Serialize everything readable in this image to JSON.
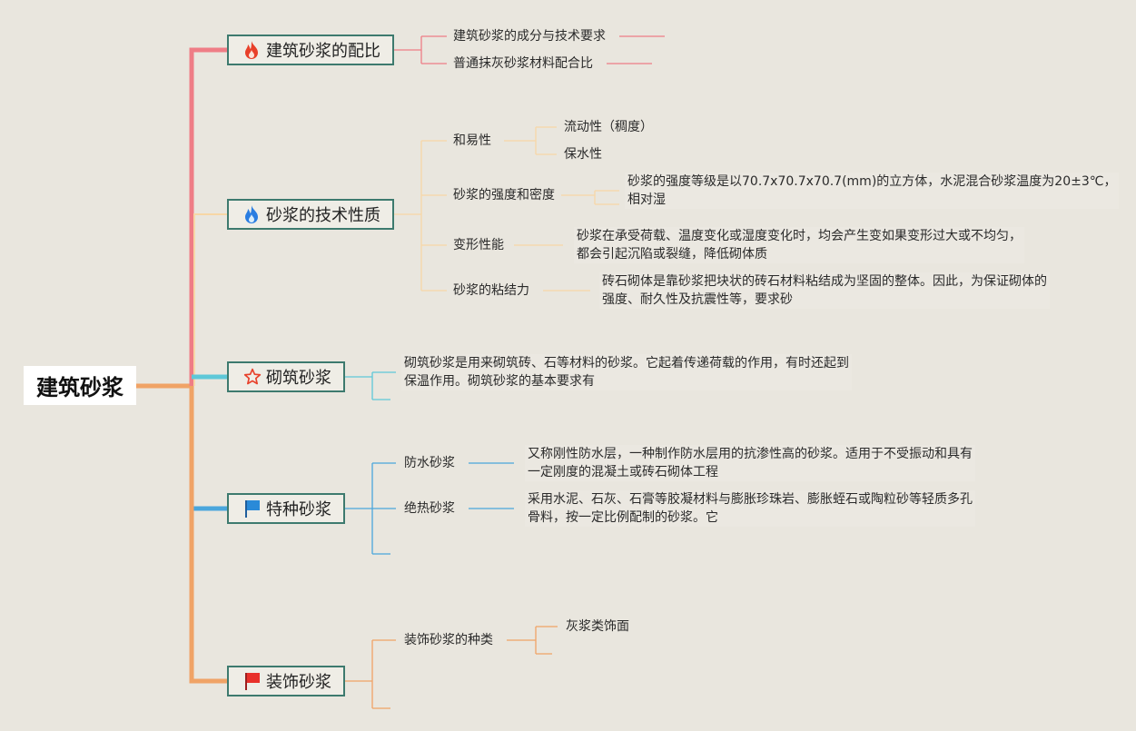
{
  "root": {
    "label": "建筑砂浆"
  },
  "branches": [
    {
      "label": "建筑砂浆的配比",
      "icon": "fire-icon-red",
      "color": "#ef7d86",
      "items": [
        "建筑砂浆的成分与技术要求",
        "普通抹灰砂浆材料配合比"
      ]
    },
    {
      "label": "砂浆的技术性质",
      "icon": "fire-icon-blue",
      "color": "#f7d7a6",
      "items": [
        {
          "label": "和易性",
          "children": [
            "流动性（稠度）",
            "保水性"
          ]
        },
        {
          "label": "砂浆的强度和密度",
          "note": [
            "砂浆的强度等级是以70.7x70.7x70.7(mm)的立方体，水泥混合砂浆温度为20±3℃，",
            "相对湿"
          ]
        },
        {
          "label": "变形性能",
          "note": [
            "砂浆在承受荷载、温度变化或湿度变化时，均会产生变如果变形过大或不均匀，",
            "都会引起沉陷或裂缝，降低砌体质"
          ]
        },
        {
          "label": "砂浆的粘结力",
          "note": [
            "砖石砌体是靠砂浆把块状的砖石材料粘结成为坚固的整体。因此，为保证砌体的",
            "强度、耐久性及抗震性等，要求砂"
          ]
        }
      ]
    },
    {
      "label": "砌筑砂浆",
      "icon": "star-outline-icon",
      "color": "#5ec8d8",
      "note": [
        "砌筑砂浆是用来砌筑砖、石等材料的砂浆。它起着传递荷载的作用，有时还起到",
        "保温作用。砌筑砂浆的基本要求有"
      ]
    },
    {
      "label": "特种砂浆",
      "icon": "blue-flag-icon",
      "color": "#4aa6dc",
      "items": [
        {
          "label": "防水砂浆",
          "note": [
            "又称刚性防水层，一种制作防水层用的抗渗性高的砂浆。适用于不受振动和具有",
            "一定刚度的混凝土或砖石砌体工程"
          ]
        },
        {
          "label": "绝热砂浆",
          "note": [
            "采用水泥、石灰、石膏等胶凝材料与膨胀珍珠岩、膨胀蛭石或陶粒砂等轻质多孔",
            "骨料，按一定比例配制的砂浆。它"
          ]
        }
      ]
    },
    {
      "label": "装饰砂浆",
      "icon": "red-flag-icon",
      "color": "#f0a366",
      "items": [
        {
          "label": "装饰砂浆的种类",
          "children": [
            "灰浆类饰面"
          ]
        }
      ]
    }
  ]
}
